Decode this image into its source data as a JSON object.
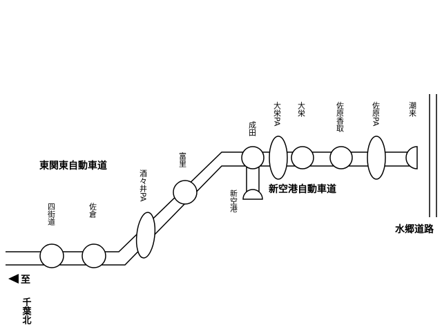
{
  "roads": {
    "main": "東関東自動車道",
    "branch": "新空港自動車道",
    "side": "水郷道路"
  },
  "direction": {
    "prefix": "至",
    "destination": "千葉北"
  },
  "interchanges": [
    {
      "id": "yotsukaido",
      "label": "四街道",
      "type": "ic"
    },
    {
      "id": "sakura",
      "label": "佐倉",
      "type": "ic"
    },
    {
      "id": "shisui",
      "label": "酒々井PA",
      "type": "pa"
    },
    {
      "id": "tomisato",
      "label": "富里",
      "type": "ic"
    },
    {
      "id": "narita",
      "label": "成田",
      "type": "ic"
    },
    {
      "id": "shinkuko",
      "label": "新空港",
      "type": "terminus"
    },
    {
      "id": "taiei-pa",
      "label": "大栄PA",
      "type": "pa"
    },
    {
      "id": "taiei",
      "label": "大栄",
      "type": "ic"
    },
    {
      "id": "sawara-katori",
      "label": "佐原香取",
      "type": "ic"
    },
    {
      "id": "sawara-pa",
      "label": "佐原PA",
      "type": "pa"
    },
    {
      "id": "itako",
      "label": "潮来",
      "type": "terminus"
    }
  ]
}
